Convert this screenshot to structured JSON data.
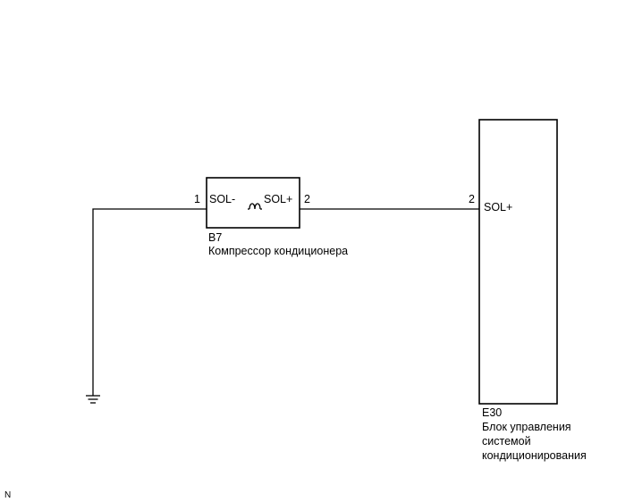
{
  "compressor": {
    "pin_left": "1",
    "pin_left_label": "SOL-",
    "pin_right_label": "SOL+",
    "pin_right": "2",
    "connector": "B7",
    "name": "Компрессор кондиционера"
  },
  "ecu": {
    "pin": "2",
    "pin_label": "SOL+",
    "connector": "E30",
    "name_line1": "Блок управления",
    "name_line2": "системой",
    "name_line3": "кондиционирования"
  },
  "footer": {
    "code": "N"
  }
}
